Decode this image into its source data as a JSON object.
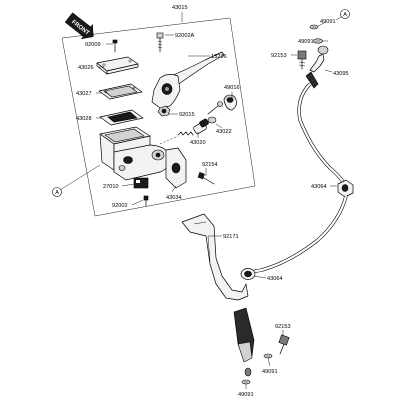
{
  "front_badge": "FRONT",
  "callouts": {
    "A": "A",
    "A2": "A"
  },
  "labels": {
    "p43015": "43015",
    "p92009": "92009",
    "p92002A": "92002A",
    "p43026": "43026",
    "p13236": "13236",
    "p43027": "43027",
    "p49016": "49016",
    "p43028": "43028",
    "p92015": "92015",
    "p43022": "43022",
    "p43020": "43020",
    "p92154": "92154",
    "p27010": "27010",
    "p43034": "43034",
    "p92002": "92002",
    "p49091a": "49091",
    "p49091b": "49091",
    "p92153a": "92153",
    "p43095": "43095",
    "p43064a": "43064",
    "p92171": "92171",
    "p43064b": "43064",
    "p92153b": "92153",
    "p49091c": "49091",
    "p49091d": "49091"
  }
}
